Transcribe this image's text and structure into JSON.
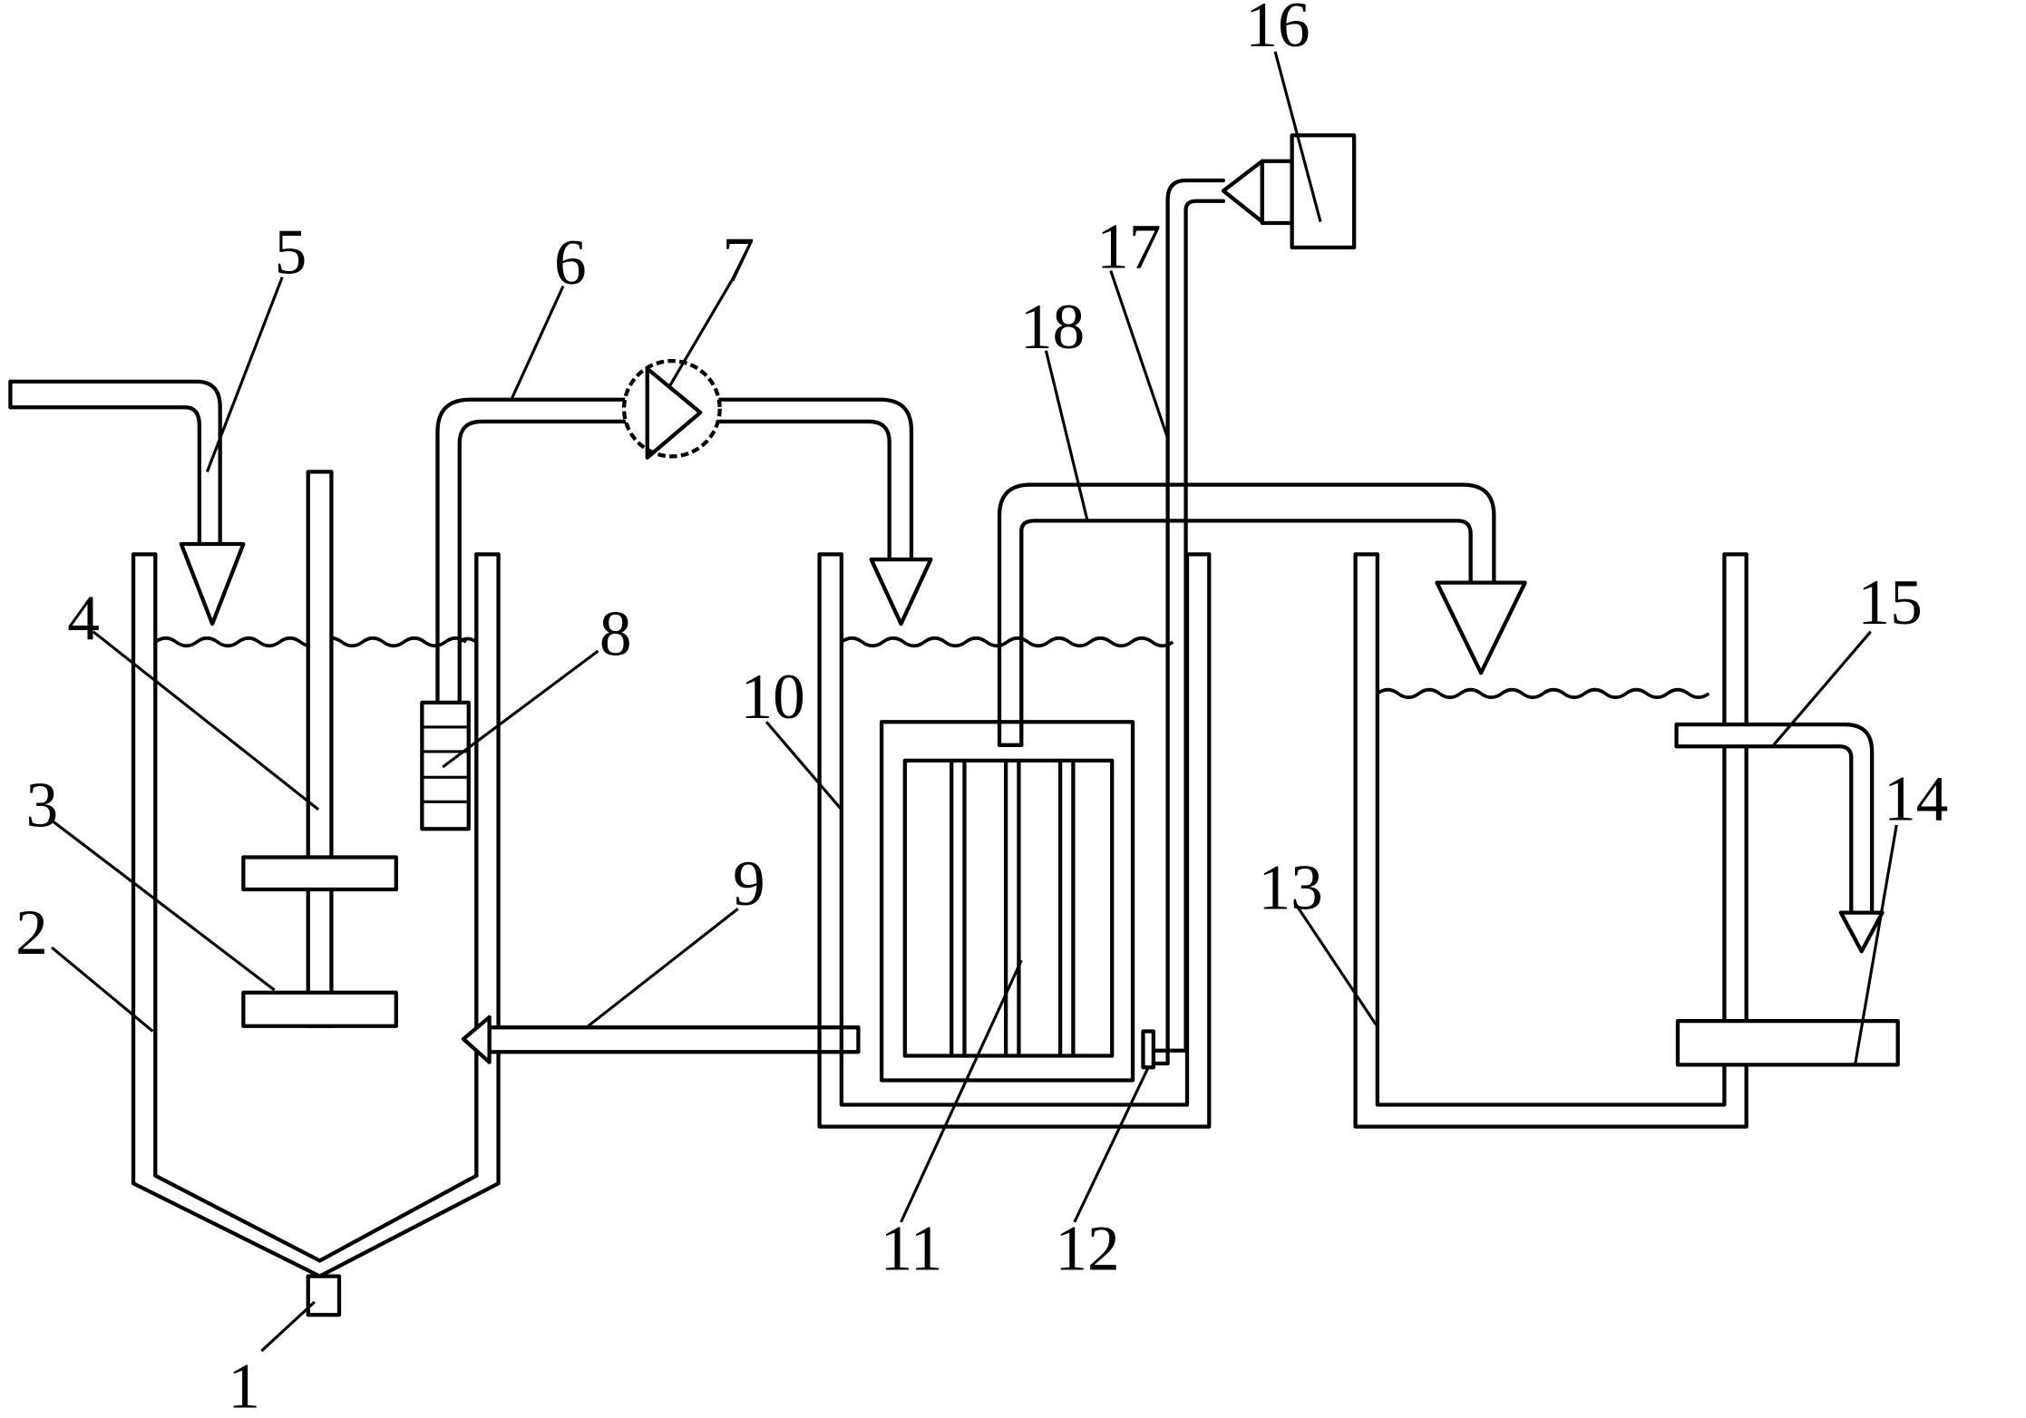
{
  "labels": {
    "l1": "1",
    "l2": "2",
    "l3": "3",
    "l4": "4",
    "l5": "5",
    "l6": "6",
    "l7": "7",
    "l8": "8",
    "l9": "9",
    "l10": "10",
    "l11": "11",
    "l12": "12",
    "l13": "13",
    "l14": "14",
    "l15": "15",
    "l16": "16",
    "l17": "17",
    "l18": "18"
  },
  "colors": {
    "line": "#000000",
    "background": "#ffffff"
  }
}
